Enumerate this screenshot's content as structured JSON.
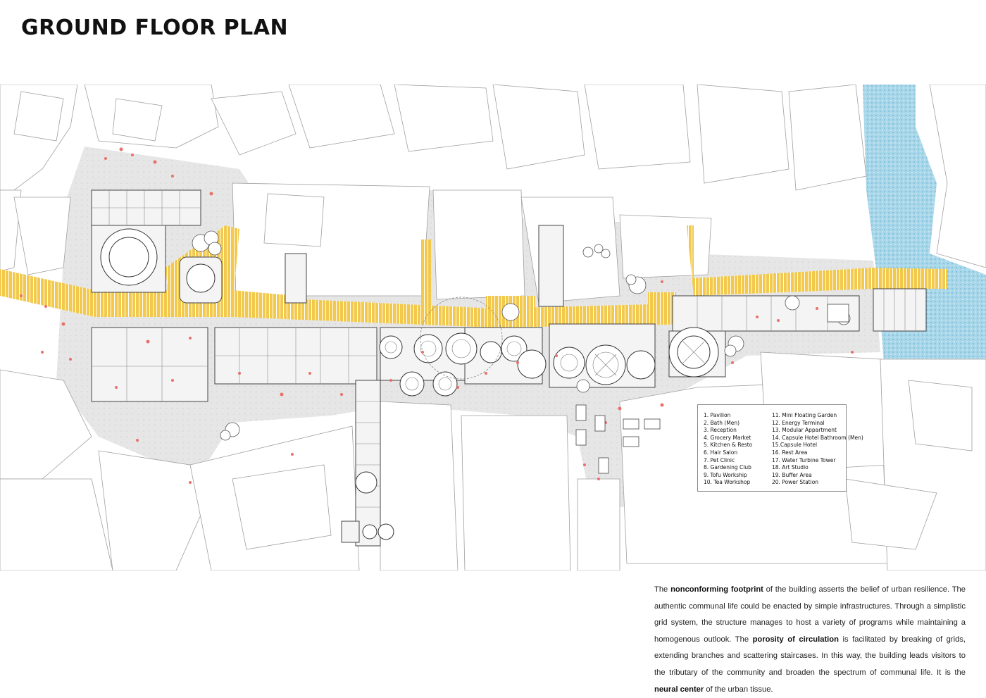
{
  "title": "GROUND FLOOR PLAN",
  "legend": {
    "left": [
      "1. Pavilion",
      "2. Bath (Men)",
      "3. Reception",
      "4. Grocery Market",
      "5. Kitchen & Resto",
      "6. Hair Salon",
      "7. Pet Clinic",
      "8. Gardening Club",
      "9. Tofu Workship",
      "10. Tea Workshop"
    ],
    "right": [
      "11. Mini Floating Garden",
      "12. Energy Terminal",
      "13. Modular Appartment",
      "14. Capsule Hotel Bathroom (Men)",
      "15.Capsule Hotel",
      "16. Rest Area",
      "17. Water Turbine Tower",
      "18. Art Studio",
      "19. Buffer Area",
      "20. Power Station"
    ]
  },
  "description": {
    "p1": "The ",
    "b1": "nonconforming footprint",
    "p2": " of the building asserts the belief of urban resilience. The authentic communal life could be enacted by simple infrastructures. Through a simplistic grid system, the structure manages to host a variety of programs while maintaining a homogenous outlook. The ",
    "b2": "porosity of circulation",
    "p3": " is facilitated by breaking of grids, extending branches and scattering staircases. In this way, the building leads visitors to the tributary of the community and broaden the spectrum of communal life. It is the ",
    "b3": "neural center",
    "p4": " of the urban tissue."
  },
  "colors": {
    "street": "#e6e6e6",
    "circulation": "#f2c94c",
    "water": "#a9d7ea",
    "buildings": "#ffffff",
    "linework": "#9a9a9a",
    "people": "#e8706a"
  }
}
